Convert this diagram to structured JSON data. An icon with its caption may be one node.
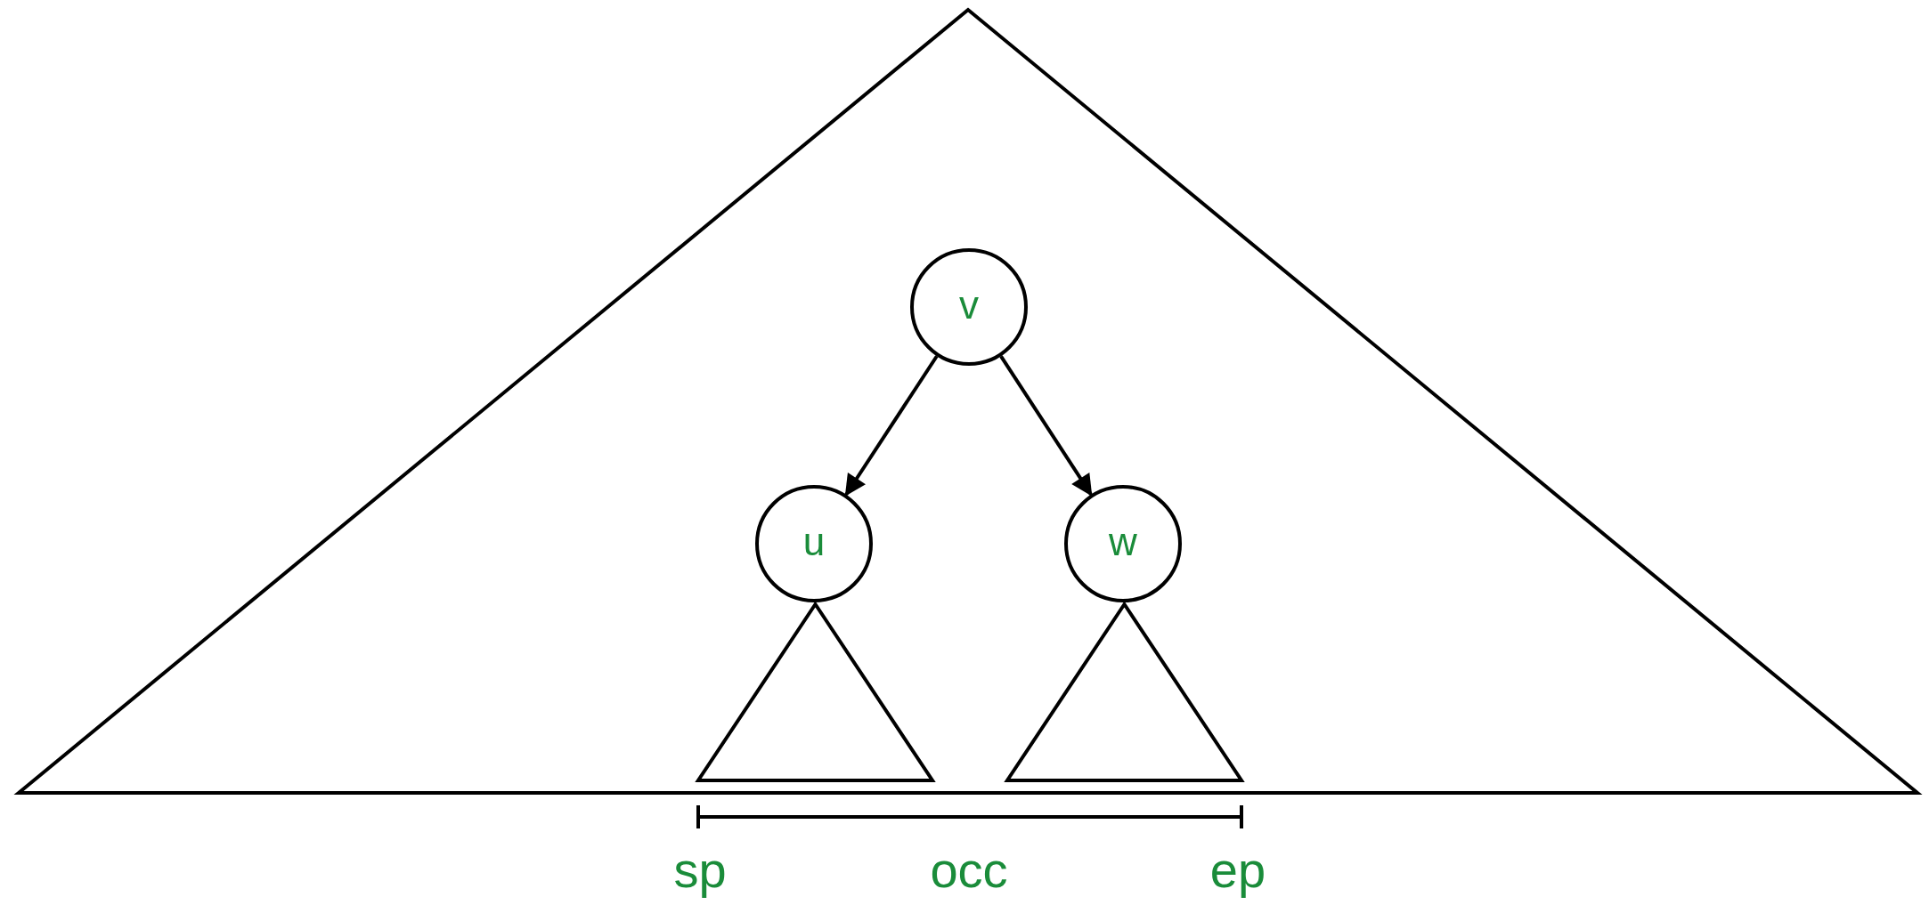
{
  "diagram": {
    "nodes": [
      {
        "text": [],
        "shape": "triangle"
      },
      {
        "text": [
          "v"
        ],
        "in": 0
      },
      {
        "text": [
          "u"
        ],
        "in": 0
      },
      {
        "text": [
          "w"
        ],
        "in": 0
      },
      {
        "text": [],
        "shape": "triangle",
        "in": 0
      },
      {
        "text": [],
        "shape": "triangle",
        "in": 0
      }
    ],
    "edges": [
      {
        "from": 1,
        "to": 2,
        "arrow": "to"
      },
      {
        "from": 1,
        "to": 3,
        "arrow": "to"
      }
    ],
    "labels": [
      "sp",
      "occ",
      "ep"
    ]
  }
}
